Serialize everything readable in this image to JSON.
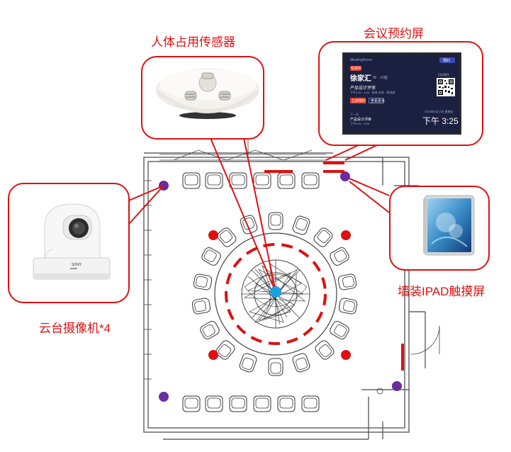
{
  "labels": {
    "sensor": "人体占用传感器",
    "booking": "会议预约屏",
    "camera": "云台摄像机*4",
    "ipad": "墙装IPAD触摸屏"
  },
  "booking_screen": {
    "brand": "MeetingRoom",
    "badge": "空闲中",
    "room": "徐家汇",
    "room_sub": "5F · 12座",
    "topic": "产品设计评审",
    "meeting_info": "下午2:00 - 3:00 · 张伟 主持 · 研发部",
    "btn_book": "立即预约",
    "btn_more": "查看更多",
    "top_btn": "预约",
    "next_label": "下一场",
    "next_topic": "产品设计评审",
    "next_info": "下午4:00 - 5:00",
    "qr_caption": "扫码预约",
    "date": "2024年4月12日 星期五",
    "time": "下午 3:25"
  },
  "colors": {
    "accent": "#dd1111",
    "device_dot": "#6a2ca0",
    "sensor_dot": "#1aa0e0"
  }
}
